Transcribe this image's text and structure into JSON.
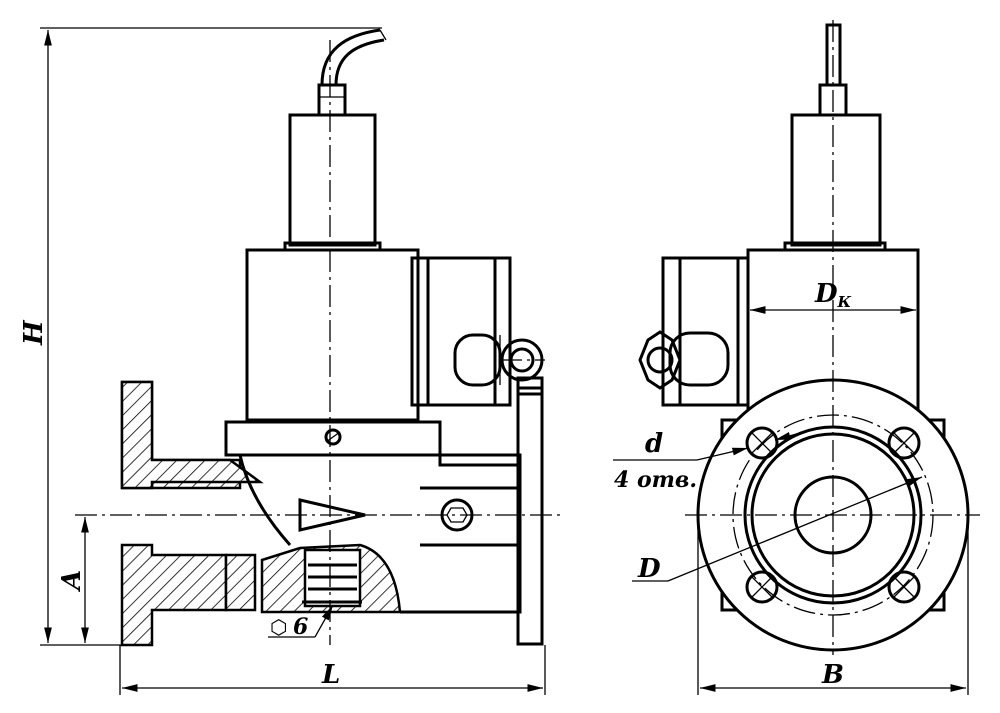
{
  "drawing": {
    "title": "Solenoid valve with flanges — dimensional drawing",
    "left_view": {
      "dim_height": "H",
      "dim_axis": "A",
      "dim_length": "L",
      "hex_symbol": "⬡",
      "hex_size": "6"
    },
    "right_view": {
      "dim_coil_d": "D",
      "dim_coil_sub": "К",
      "dim_hole": "d",
      "holes_note": "4 отв.",
      "dim_bolt_circle": "D",
      "dim_width": "B"
    }
  }
}
